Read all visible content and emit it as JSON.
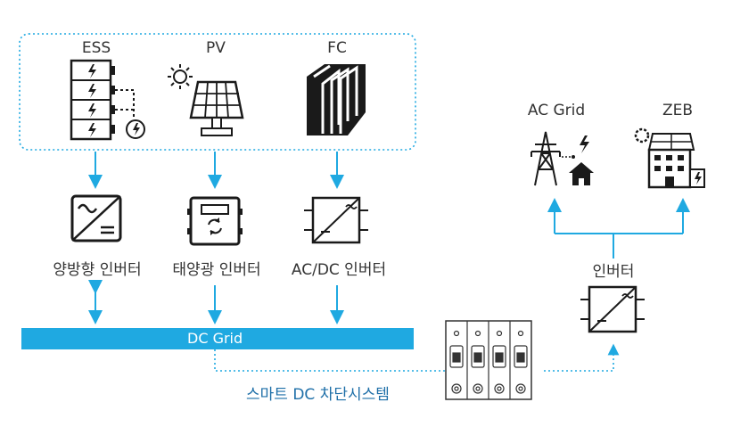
{
  "sources": {
    "ess": "ESS",
    "pv": "PV",
    "fc": "FC"
  },
  "converters": {
    "bidirectional": "양방향 인버터",
    "solar": "태양광 인버터",
    "acdc": "AC/DC 인버터"
  },
  "bus": {
    "label": "DC Grid"
  },
  "breaker_caption": "스마트 DC 차단시스템",
  "output_inverter": "인버터",
  "outputs": {
    "ac_grid": "AC Grid",
    "zeb": "ZEB"
  },
  "colors": {
    "accent": "#1fa9e1",
    "line": "#1a1a1a"
  }
}
